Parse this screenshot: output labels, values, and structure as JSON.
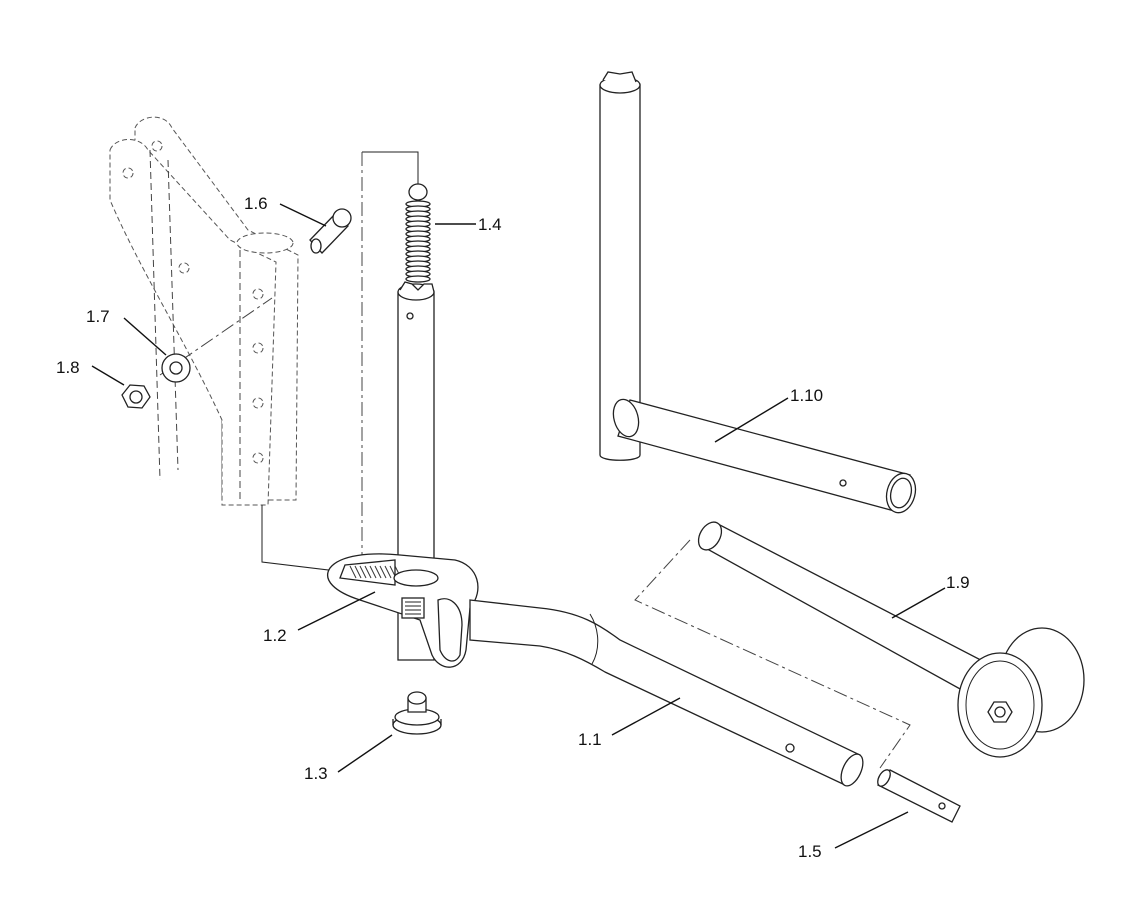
{
  "callouts": [
    {
      "id": "p1_1",
      "text": "1.1"
    },
    {
      "id": "p1_2",
      "text": "1.2"
    },
    {
      "id": "p1_3",
      "text": "1.3"
    },
    {
      "id": "p1_4",
      "text": "1.4"
    },
    {
      "id": "p1_5",
      "text": "1.5"
    },
    {
      "id": "p1_6",
      "text": "1.6"
    },
    {
      "id": "p1_7",
      "text": "1.7"
    },
    {
      "id": "p1_8",
      "text": "1.8"
    },
    {
      "id": "p1_9",
      "text": "1.9"
    },
    {
      "id": "p1_10",
      "text": "1.10"
    }
  ]
}
